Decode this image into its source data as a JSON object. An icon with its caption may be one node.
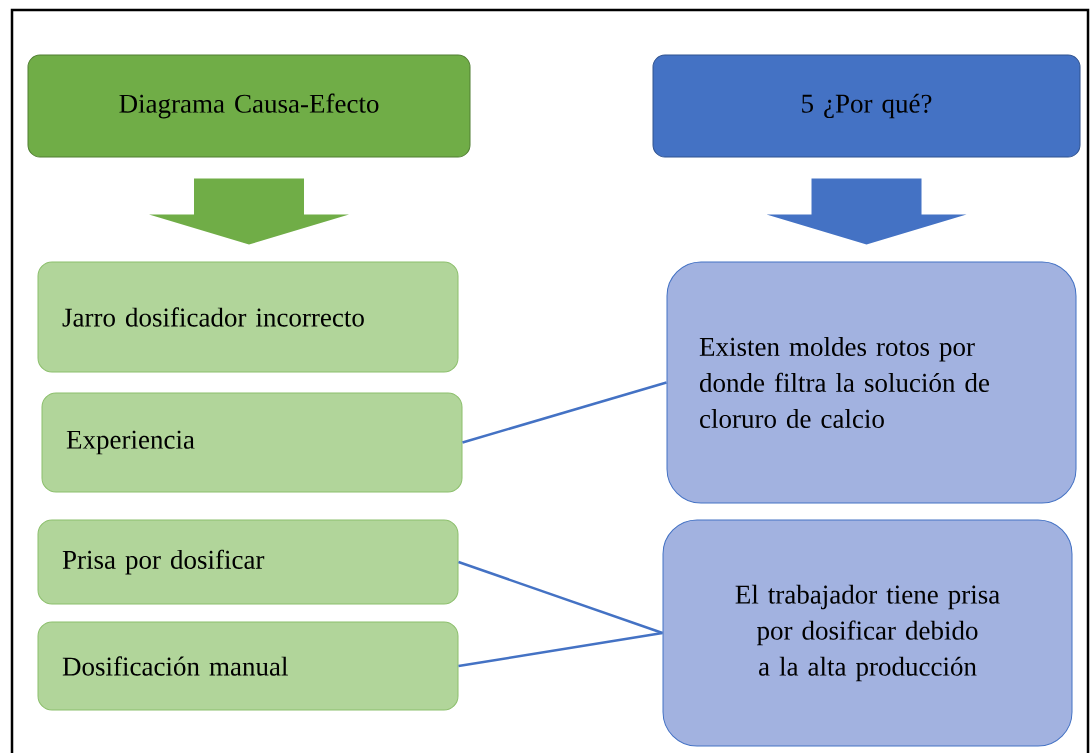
{
  "diagram": {
    "nodes": [
      {
        "text": [
          "Diagrama Causa-Efecto"
        ]
      },
      {
        "text": [
          "5 ¿Por qué?"
        ]
      },
      {
        "text": [
          "Jarro dosificador incorrecto"
        ]
      },
      {
        "text": [
          "Experiencia"
        ]
      },
      {
        "text": [
          "Prisa por dosificar"
        ]
      },
      {
        "text": [
          "Dosificación manual"
        ]
      },
      {
        "text": [
          "Existen moldes rotos por donde filtra la solución de cloruro de calcio"
        ]
      },
      {
        "text": [
          "El trabajador tiene prisa por dosificar debido a la alta producción"
        ]
      }
    ],
    "edges": [
      {
        "from": 0,
        "to": 2,
        "arrow": "to",
        "style": "thick",
        "color": "#70ad47"
      },
      {
        "from": 1,
        "to": 6,
        "arrow": "to",
        "style": "thick",
        "color": "#4472c4"
      },
      {
        "from": 3,
        "to": 6,
        "arrow": "none"
      },
      {
        "from": 4,
        "to": 7,
        "arrow": "none"
      },
      {
        "from": 5,
        "to": 7,
        "arrow": "none"
      }
    ]
  }
}
